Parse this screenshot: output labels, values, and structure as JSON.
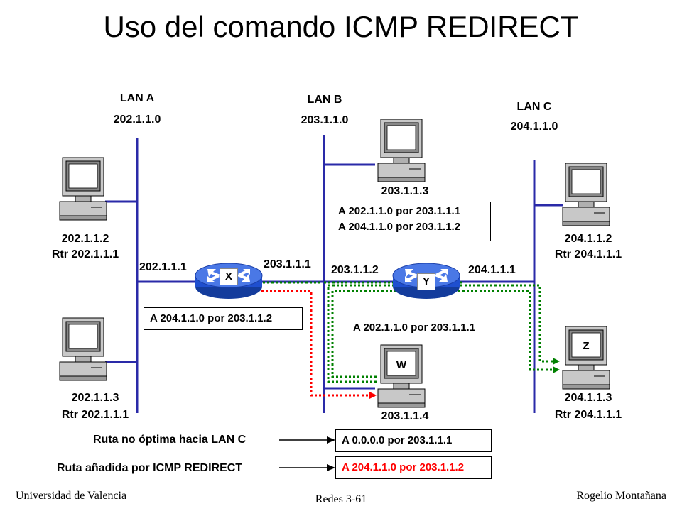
{
  "title": "Uso del comando ICMP REDIRECT",
  "lans": {
    "a": {
      "name": "LAN A",
      "net": "202.1.1.0"
    },
    "b": {
      "name": "LAN B",
      "net": "203.1.1.0"
    },
    "c": {
      "name": "LAN C",
      "net": "204.1.1.0"
    }
  },
  "hosts": {
    "a1": {
      "ip": "202.1.1.2",
      "rtr": "Rtr 202.1.1.1"
    },
    "a2": {
      "ip": "202.1.1.3",
      "rtr": "Rtr 202.1.1.1"
    },
    "b1": {
      "ip": "203.1.1.3"
    },
    "w": {
      "ip": "203.1.1.4",
      "label": "W"
    },
    "c1": {
      "ip": "204.1.1.2",
      "rtr": "Rtr 204.1.1.1"
    },
    "z": {
      "ip": "204.1.1.3",
      "rtr": "Rtr 204.1.1.1",
      "label": "Z"
    }
  },
  "routers": {
    "x": {
      "label": "X",
      "ip_left": "202.1.1.1",
      "ip_right": "203.1.1.1"
    },
    "y": {
      "label": "Y",
      "ip_left": "203.1.1.2",
      "ip_right": "204.1.1.1"
    }
  },
  "route_tables": {
    "b1_line1": "A 202.1.1.0 por 203.1.1.1",
    "b1_line2": "A 204.1.1.0 por 203.1.1.2",
    "x_route": "A 204.1.1.0 por 203.1.1.2",
    "y_route": "A 202.1.1.0 por 203.1.1.1"
  },
  "legend": {
    "non_optimal_label": "Ruta no óptima hacia LAN C",
    "non_optimal_route": "A 0.0.0.0 por 203.1.1.1",
    "added_label": "Ruta añadida por ICMP REDIRECT",
    "added_route": "A 204.1.1.0 por 203.1.1.2"
  },
  "footer": {
    "left": "Universidad de Valencia",
    "center": "Redes 3-61",
    "right": "Rogelio Montañana"
  },
  "colors": {
    "lan_line": "#2a2aa8",
    "green_path": "#008000",
    "red_path": "#ff0000",
    "router_blue": "#1f4fcf",
    "highlight_text": "#ff0000"
  }
}
